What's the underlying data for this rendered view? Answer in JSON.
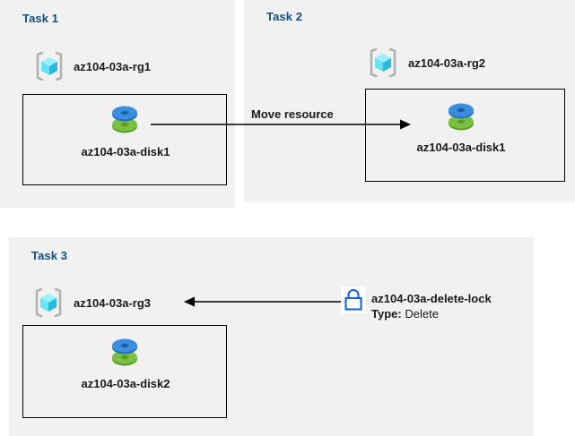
{
  "diagram": {
    "title_color": "#12507e",
    "panel_bg": "#f1f1f1",
    "page_bg": "#ffffff",
    "box_border": "#000000",
    "lock_color": "#1565d8"
  },
  "tasks": [
    {
      "id": "task1",
      "title": "Task 1",
      "resource_group": {
        "icon": "resource-group-icon",
        "label": "az104-03a-rg1"
      },
      "resource": {
        "icon": "disk-icon",
        "label": "az104-03a-disk1"
      }
    },
    {
      "id": "task2",
      "title": "Task 2",
      "resource_group": {
        "icon": "resource-group-icon",
        "label": "az104-03a-rg2"
      },
      "resource": {
        "icon": "disk-icon",
        "label": "az104-03a-disk1"
      }
    },
    {
      "id": "task3",
      "title": "Task 3",
      "resource_group": {
        "icon": "resource-group-icon",
        "label": "az104-03a-rg3"
      },
      "resource": {
        "icon": "disk-icon",
        "label": "az104-03a-disk2"
      }
    }
  ],
  "connectors": {
    "move_resource": {
      "label": "Move resource",
      "icon": "arrow-right-icon"
    },
    "lock_applies_to": {
      "icon": "arrow-left-icon"
    }
  },
  "lock_annotation": {
    "icon": "lock-icon",
    "name": "az104-03a-delete-lock",
    "type_label": "Type:",
    "type_value": "Delete"
  }
}
